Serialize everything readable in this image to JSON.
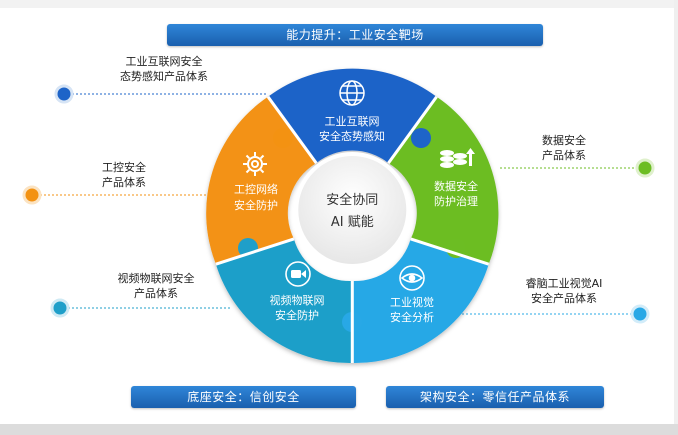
{
  "banners": {
    "top": "能力提升：工业安全靶场",
    "bottom_left": "底座安全：信创安全",
    "bottom_right": "架构安全：零信任产品体系"
  },
  "center": {
    "line1": "安全协同",
    "line2": "AI 赋能"
  },
  "segments": [
    {
      "id": "iiot",
      "line1": "工业互联网",
      "line2": "安全态势感知",
      "icon": "globe-icon",
      "color": "#1e64c8"
    },
    {
      "id": "data",
      "line1": "数据安全",
      "line2": "防护治理",
      "icon": "database-chart-icon",
      "color": "#6cbd23"
    },
    {
      "id": "vision",
      "line1": "工业视觉",
      "line2": "安全分析",
      "icon": "eye-icon",
      "color": "#28a8e6"
    },
    {
      "id": "video",
      "line1": "视频物联网",
      "line2": "安全防护",
      "icon": "camera-icon",
      "color": "#1f9fc9"
    },
    {
      "id": "ics",
      "line1": "工控网络",
      "line2": "安全防护",
      "icon": "gear-icon",
      "color": "#f39212"
    }
  ],
  "side_labels": {
    "iiot": {
      "line1": "工业互联网安全",
      "line2": "态势感知产品体系",
      "dot": "#1e64c8"
    },
    "ics": {
      "line1": "工控安全",
      "line2": "产品体系",
      "dot": "#f39212"
    },
    "video": {
      "line1": "视频物联网安全",
      "line2": "产品体系",
      "dot": "#1f9fc9"
    },
    "data": {
      "line1": "数据安全",
      "line2": "产品体系",
      "dot": "#6cbd23"
    },
    "vision": {
      "line1": "睿脑工业视觉AI",
      "line2": "安全产品体系",
      "dot": "#28a8e6"
    }
  }
}
